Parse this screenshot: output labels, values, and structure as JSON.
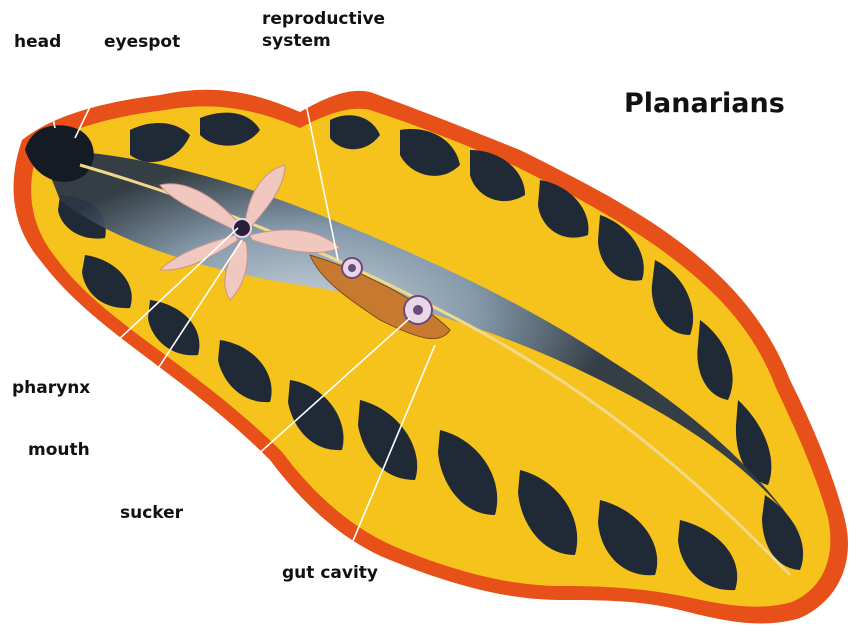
{
  "title": "Planarians",
  "labels": {
    "head": "head",
    "eyespot": "eyespot",
    "reproductive_system": "reproductive\nsystem",
    "pharynx": "pharynx",
    "mouth": "mouth",
    "sucker": "sucker",
    "gut_cavity": "gut cavity"
  },
  "colors": {
    "outer_rim": "#e8501a",
    "yellow_band": "#f6c21c",
    "dark_body": "#1f2a36",
    "blue_core": "#8fa9c4",
    "pharynx": "#f0c8c0",
    "leader": "#ffffff"
  }
}
